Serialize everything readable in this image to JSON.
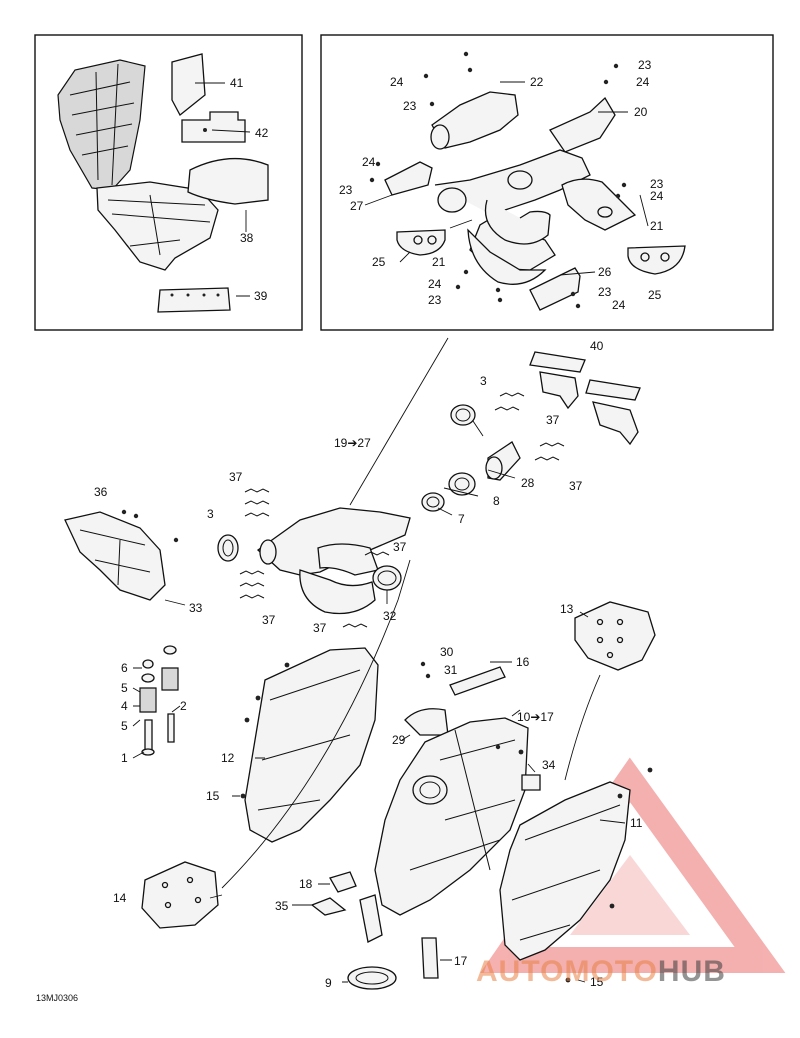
{
  "diagram": {
    "doc_code": "13MJ0306",
    "watermark": {
      "part1": "AUTOMOTO",
      "part2": "HUB",
      "color": "#e85050"
    },
    "callouts": {
      "n41": "41",
      "n42": "42",
      "n38": "38",
      "n39": "39",
      "n22": "22",
      "n20": "20",
      "n23a": "23",
      "n23b": "23",
      "n23c": "23",
      "n23d": "23",
      "n23e": "23",
      "n23f": "23",
      "n24a": "24",
      "n24b": "24",
      "n24c": "24",
      "n24d": "24",
      "n24e": "24",
      "n24f": "24",
      "n27": "27",
      "n21a": "21",
      "n21b": "21",
      "n25a": "25",
      "n25b": "25",
      "n26": "26",
      "n40": "40",
      "n3a": "3",
      "n3b": "3",
      "n19": "19➔27",
      "n37a": "37",
      "n37b": "37",
      "n37c": "37",
      "n37d": "37",
      "n37e": "37",
      "n37f": "37",
      "n36": "36",
      "n33": "33",
      "n7": "7",
      "n8": "8",
      "n28": "28",
      "n32": "32",
      "n13": "13",
      "n30": "30",
      "n31": "31",
      "n16": "16",
      "n10": "10➔17",
      "n6": "6",
      "n5a": "5",
      "n4": "4",
      "n2": "2",
      "n5b": "5",
      "n1": "1",
      "n12": "12",
      "n29": "29",
      "n34": "34",
      "n15a": "15",
      "n11": "11",
      "n18": "18",
      "n35": "35",
      "n14": "14",
      "n17": "17",
      "n9": "9",
      "n15b": "15"
    }
  }
}
